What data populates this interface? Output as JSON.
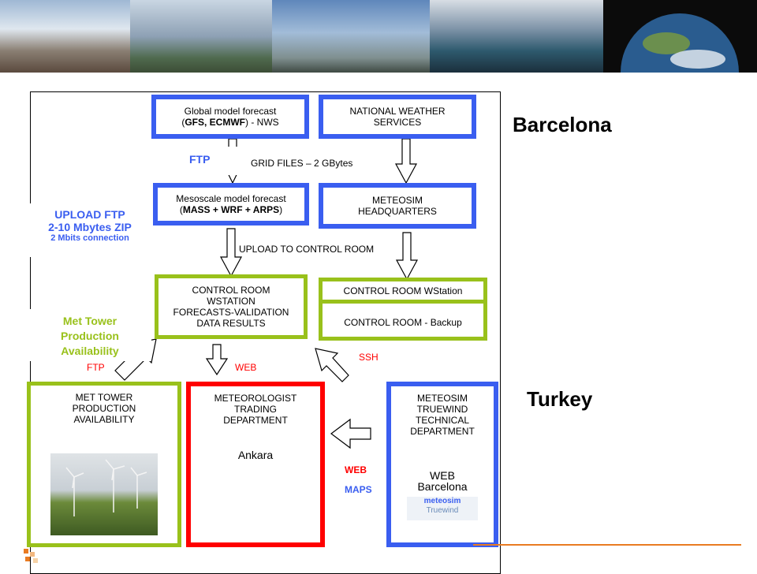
{
  "boxes": {
    "global_forecast": {
      "line1": "Global model forecast",
      "line2_pre": "(",
      "line2_bold": "GFS, ECMWF",
      "line2_post": ") - NWS"
    },
    "nws": {
      "line1": "NATIONAL WEATHER",
      "line2": "SERVICES"
    },
    "mesoscale": {
      "line1": "Mesoscale model forecast",
      "line2_pre": "(",
      "line2_bold": "MASS + WRF + ARPS",
      "line2_post": ")"
    },
    "meteosim_hq": {
      "line1": "METEOSIM",
      "line2": "HEADQUARTERS"
    },
    "control_room": {
      "line1": "CONTROL ROOM",
      "line2": "WSTATION",
      "line3": "FORECASTS-VALIDATION",
      "line4": "DATA RESULTS"
    },
    "control_wstation": {
      "text": "CONTROL ROOM  WStation"
    },
    "control_backup": {
      "text": "CONTROL ROOM - Backup"
    },
    "met_tower": {
      "line1": "MET TOWER",
      "line2": "PRODUCTION",
      "line3": "AVAILABILITY"
    },
    "meteorologist": {
      "line1": "METEOROLOGIST",
      "line2": "TRADING",
      "line3": "DEPARTMENT",
      "city": "Ankara"
    },
    "meteosim_tech": {
      "line1": "METEOSIM",
      "line2": "TRUEWIND",
      "line3": "TECHNICAL",
      "line4": "DEPARTMENT",
      "web": "WEB",
      "city": "Barcelona"
    }
  },
  "labels": {
    "ftp_top": "FTP",
    "grid_files": "GRID FILES – 2 GBytes",
    "upload_ftp": "UPLOAD FTP",
    "upload_size": "2-10 Mbytes ZIP",
    "upload_conn": "2 Mbits connection",
    "upload_control": "UPLOAD TO CONTROL ROOM",
    "met_tower_1": "Met Tower",
    "met_tower_2": "Production",
    "met_tower_3": "Availability",
    "ftp_bottom": "FTP",
    "web_mid": "WEB",
    "ssh": "SSH",
    "web_red": "WEB",
    "maps": "MAPS"
  },
  "regions": {
    "barcelona": "Barcelona",
    "turkey": "Turkey"
  },
  "logo": {
    "text_top": "meteosim",
    "text_bottom": "Truewind"
  },
  "colors": {
    "blue": "#3a5ef0",
    "green": "#99c11b",
    "red": "#ff0000",
    "accent": "#e97b22"
  }
}
